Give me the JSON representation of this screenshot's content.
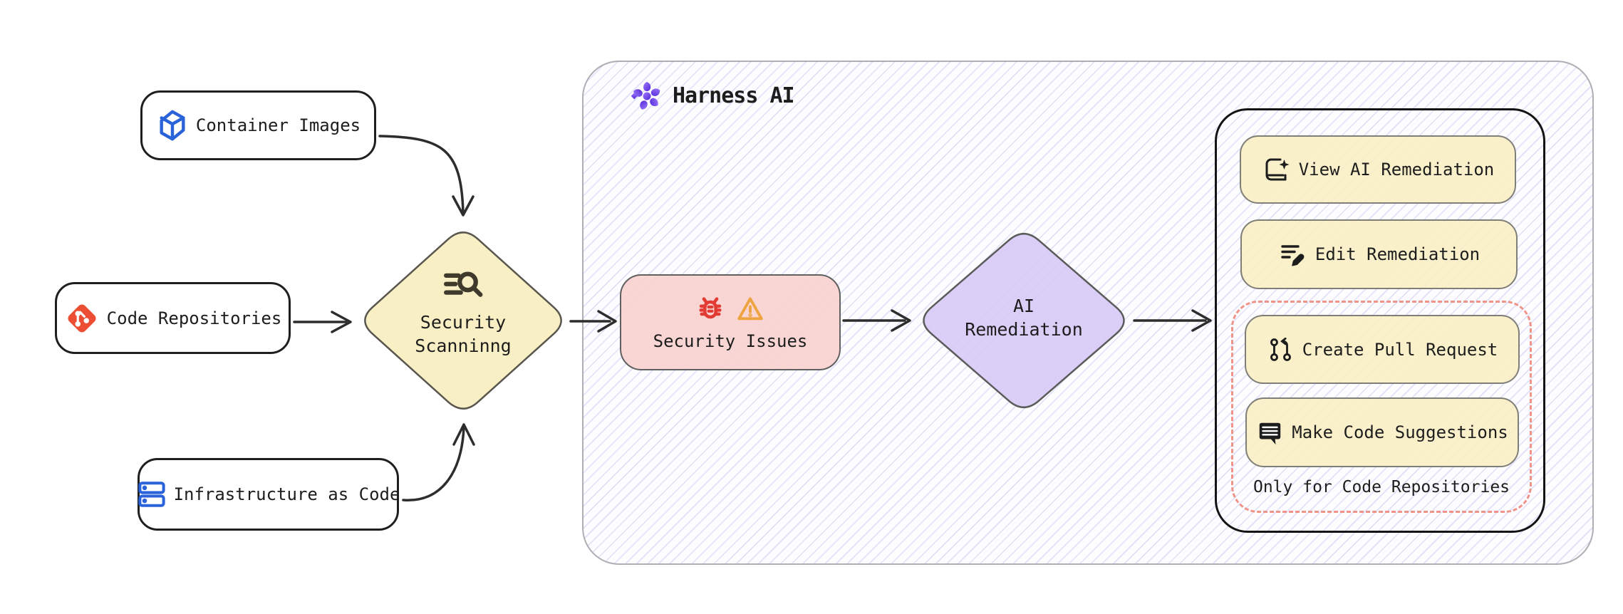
{
  "sources": [
    {
      "label": "Container Images",
      "icon": "container-cube-icon"
    },
    {
      "label": "Code Repositories",
      "icon": "git-icon"
    },
    {
      "label": "Infrastructure as Code",
      "icon": "server-rack-icon"
    }
  ],
  "scanning": {
    "line1": "Security",
    "line2": "Scanninng",
    "icon": "scan-search-icon"
  },
  "harness": {
    "title": "Harness AI",
    "icon": "harness-logo"
  },
  "issues": {
    "label": "Security Issues",
    "icons": [
      "bug-icon",
      "warning-icon"
    ]
  },
  "remediation": {
    "line1": "AI",
    "line2": "Remediation"
  },
  "actions": {
    "view": {
      "label": "View AI Remediation",
      "icon": "book-sparkle-icon"
    },
    "edit": {
      "label": "Edit Remediation",
      "icon": "edit-list-icon"
    },
    "create_pr": {
      "label": "Create Pull Request",
      "icon": "pull-request-icon"
    },
    "suggest": {
      "label": "Make Code Suggestions",
      "icon": "code-suggestion-icon"
    }
  },
  "restriction_note": "Only for Code Repositories",
  "colors": {
    "node_yellow": "#f9efc5",
    "node_pink": "#f8d4d1",
    "node_purple": "#d9ccf6",
    "dashed_red": "#f0948a",
    "git_red": "#ec4e33",
    "brand_blue": "#2a62d9",
    "bug_red": "#e23b33",
    "warning_orange": "#eda440",
    "harness_purple": "#6d3bf5",
    "arrow_dark": "#2d2d2d"
  }
}
